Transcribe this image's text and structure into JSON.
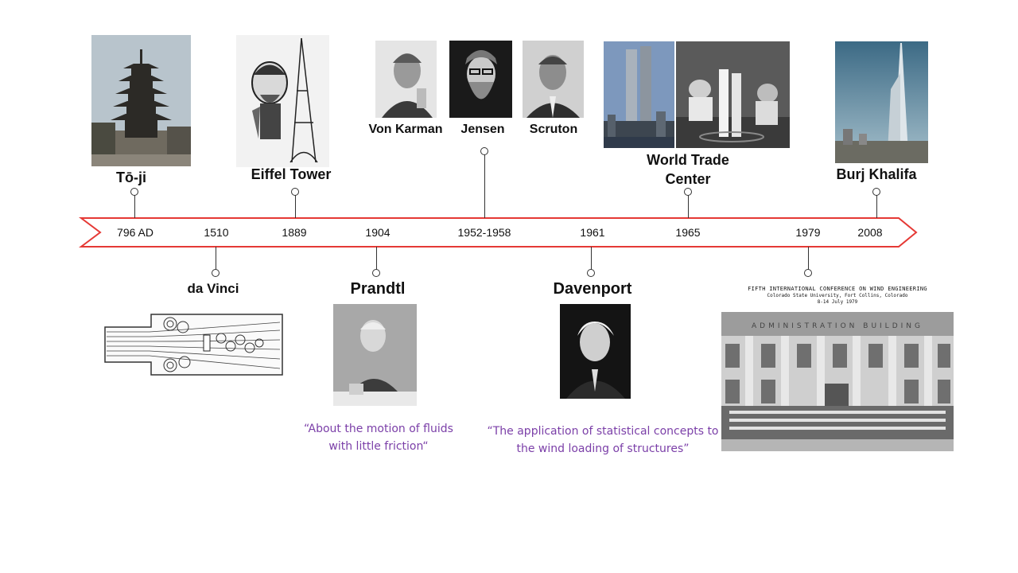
{
  "timeline": {
    "arrow_color": "#e53935",
    "years": [
      "796 AD",
      "1510",
      "1889",
      "1904",
      "1952-1958",
      "1961",
      "1965",
      "1979",
      "2008"
    ]
  },
  "events_top": {
    "toji": "Tō-ji",
    "eiffel": "Eiffel Tower",
    "von_karman": "Von Karman",
    "jensen": "Jensen",
    "scruton": "Scruton",
    "wtc_line1": "World Trade",
    "wtc_line2": "Center",
    "burj": "Burj Khalifa"
  },
  "events_bottom": {
    "da_vinci": "da Vinci",
    "prandtl": "Prandtl",
    "davenport": "Davenport"
  },
  "quotes": {
    "prandtl_line1": "“About the motion of fluids",
    "prandtl_line2": "with little friction“",
    "davenport_line1": "“The application of statistical concepts to",
    "davenport_line2": "the wind loading of structures”"
  },
  "conference": {
    "line1": "FIFTH INTERNATIONAL CONFERENCE ON WIND ENGINEERING",
    "line2": "Colorado State University, Fort Collins, Colorado",
    "line3": "8-14 July 1979",
    "building_sign": "ADMINISTRATION BUILDING"
  },
  "colors": {
    "quote": "#7b3fa8",
    "accent": "#e53935"
  }
}
